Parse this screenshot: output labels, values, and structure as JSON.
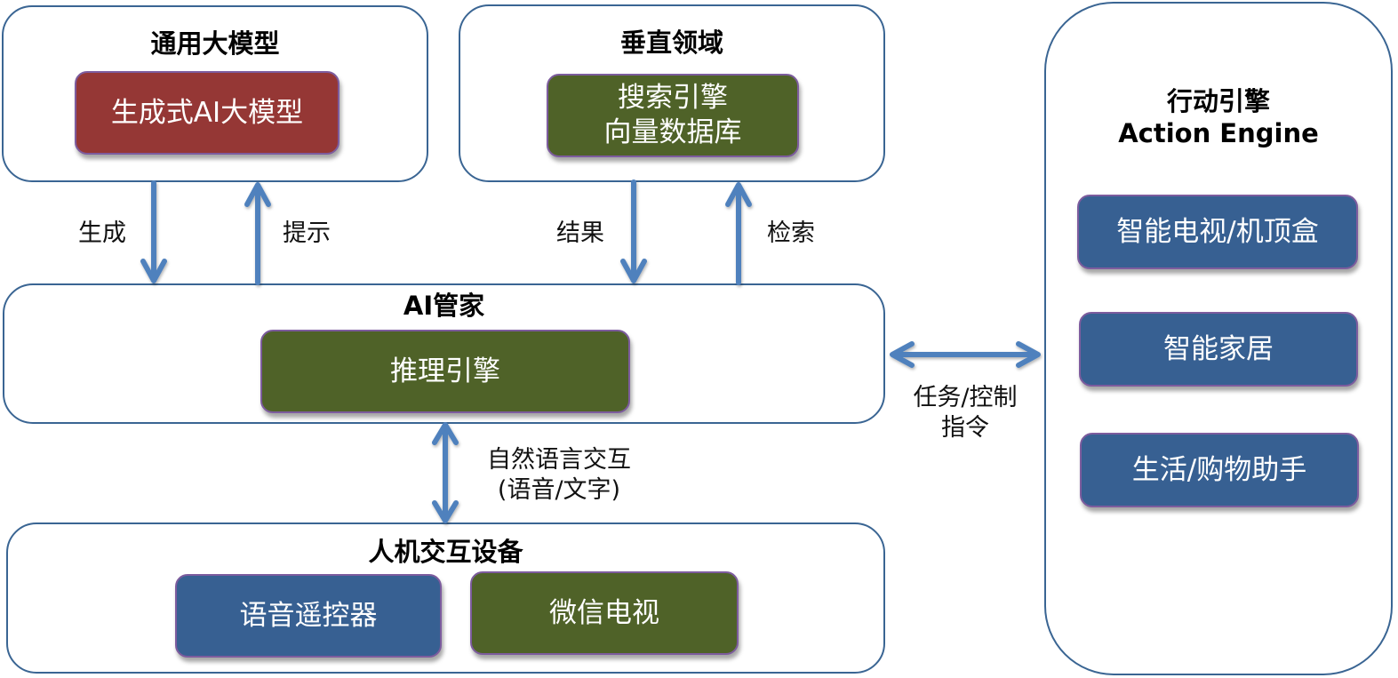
{
  "colors": {
    "group_border": "#3a6593",
    "node_red": "#953735",
    "node_green": "#4f6228",
    "node_blue": "#376092",
    "node_border": "#7d5c9e",
    "arrow": "#4f81bd"
  },
  "groups": {
    "general_model": {
      "title": "通用大模型",
      "nodes": [
        {
          "label": "生成式AI大模型",
          "color": "red"
        }
      ]
    },
    "vertical_domain": {
      "title": "垂直领域",
      "nodes": [
        {
          "label": "搜索引擎\n向量数据库",
          "color": "green"
        }
      ]
    },
    "ai_butler": {
      "title": "AI管家",
      "nodes": [
        {
          "label": "推理引擎",
          "color": "green"
        }
      ]
    },
    "hci_devices": {
      "title": "人机交互设备",
      "nodes": [
        {
          "label": "语音遥控器",
          "color": "blue"
        },
        {
          "label": "微信电视",
          "color": "green"
        }
      ]
    },
    "action_engine": {
      "title": "行动引擎\nAction Engine",
      "nodes": [
        {
          "label": "智能电视/机顶盒",
          "color": "blue"
        },
        {
          "label": "智能家居",
          "color": "blue"
        },
        {
          "label": "生活/购物助手",
          "color": "blue"
        }
      ]
    }
  },
  "edges": [
    {
      "from": "general_model",
      "to": "ai_butler",
      "label": "生成",
      "direction": "down"
    },
    {
      "from": "ai_butler",
      "to": "general_model",
      "label": "提示",
      "direction": "up"
    },
    {
      "from": "vertical_domain",
      "to": "ai_butler",
      "label": "结果",
      "direction": "down"
    },
    {
      "from": "ai_butler",
      "to": "vertical_domain",
      "label": "检索",
      "direction": "up"
    },
    {
      "from": "ai_butler",
      "to": "hci_devices",
      "label": "自然语言交互\n(语音/文字)",
      "direction": "bidirectional"
    },
    {
      "from": "ai_butler",
      "to": "action_engine",
      "label": "任务/控制\n指令",
      "direction": "bidirectional"
    }
  ]
}
